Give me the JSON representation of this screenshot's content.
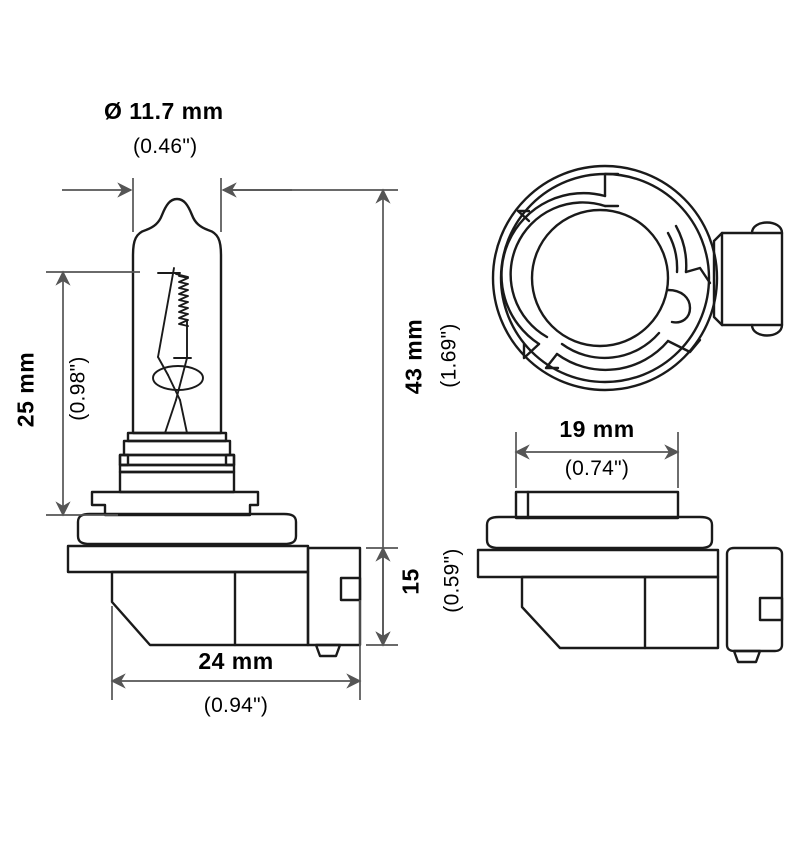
{
  "drawing": {
    "title": "Automotive halogen bulb dimension drawing",
    "line_color": "#1a1a1a",
    "dim_line_color": "#555555",
    "background_color": "#ffffff",
    "views": {
      "front_view": {
        "name": "bulb-front-view",
        "description": "Halogen capsule bulb shown from the side with glass envelope, filament, base and connector"
      },
      "top_view": {
        "name": "bulb-base-top-view",
        "description": "Bayonet mounting ring seen face-on with three locating tabs and side connector"
      },
      "side_view": {
        "name": "bulb-base-side-view",
        "description": "Base of the bulb seen from the side without the glass envelope"
      }
    },
    "dimensions": {
      "bulb_diameter": {
        "name": "diameter-dimension",
        "metric": "Ø 11.7 mm",
        "imperial": "(0.46\")",
        "value_mm": 11.7,
        "value_in": 0.46
      },
      "glass_height": {
        "name": "glass-height-dimension",
        "metric": "25 mm",
        "imperial": "(0.98\")",
        "value_mm": 25,
        "value_in": 0.98
      },
      "overall_height": {
        "name": "overall-height-dimension",
        "metric": "43 mm",
        "imperial": "(1.69\")",
        "value_mm": 43,
        "value_in": 1.69
      },
      "base_height": {
        "name": "base-height-dimension",
        "metric": "15",
        "imperial": "(0.59\")",
        "value_mm": 15,
        "value_in": 0.59
      },
      "base_width": {
        "name": "base-width-dimension",
        "metric": "24 mm",
        "imperial": "(0.94\")",
        "value_mm": 24,
        "value_in": 0.94
      },
      "ring_width": {
        "name": "ring-width-dimension",
        "metric": "19 mm",
        "imperial": "(0.74\")",
        "value_mm": 19,
        "value_in": 0.74
      }
    }
  }
}
